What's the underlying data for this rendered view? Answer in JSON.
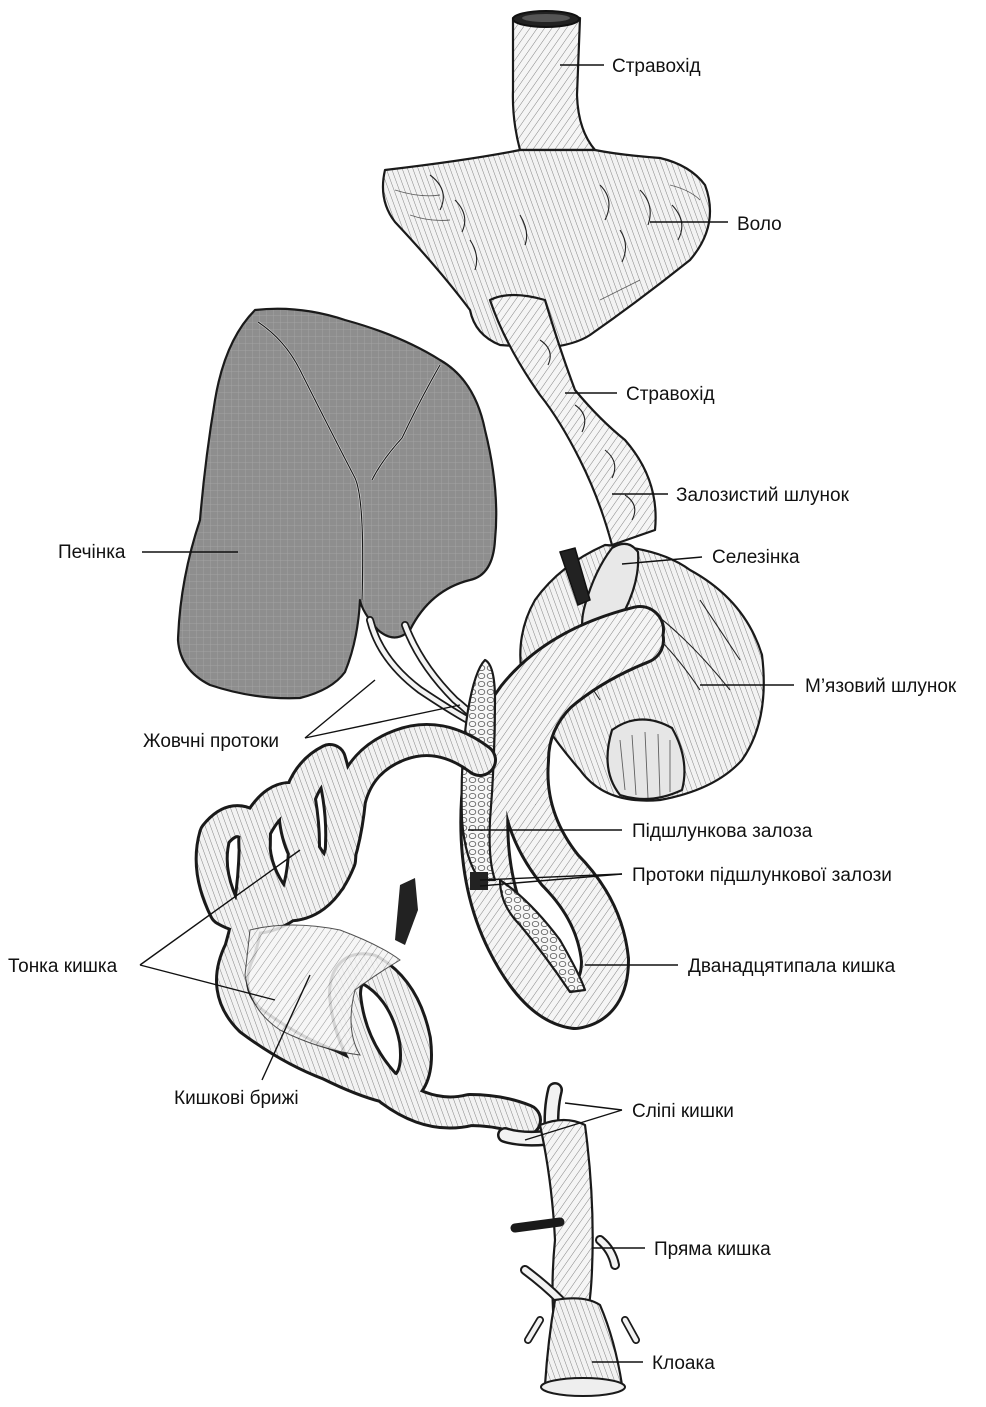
{
  "labels": {
    "esophagus_top": "Стравохід",
    "crop": "Воло",
    "esophagus_mid": "Стравохід",
    "proventriculus": "Залозистий шлунок",
    "spleen": "Селезінка",
    "gizzard": "М’язовий шлунок",
    "liver": "Печінка",
    "bile_ducts": "Жовчні протоки",
    "pancreas": "Підшлункова залоза",
    "pancreatic_ducts": "Протоки підшлункової залози",
    "duodenum": "Дванадцятипала кишка",
    "small_intestine": "Тонка кишка",
    "mesentery": "Кишкові брижі",
    "ceca": "Сліпі кишки",
    "rectum": "Пряма кишка",
    "cloaca": "Клоака"
  },
  "colors": {
    "liver_fill": "#8c8c8c",
    "tissue_fill": "#f4f4f4",
    "outline": "#1a1a1a",
    "label_text": "#111111"
  }
}
